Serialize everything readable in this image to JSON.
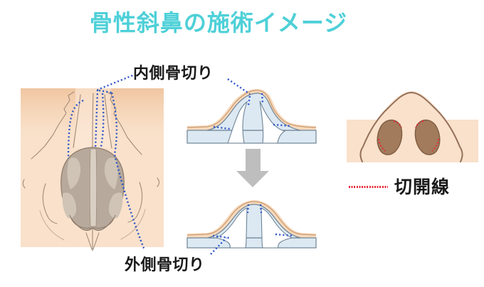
{
  "title": "骨性斜鼻の施術イメージ",
  "labels": {
    "medial_osteotomy": "内側骨切り",
    "lateral_osteotomy": "外側骨切り"
  },
  "legend": {
    "incision_line": "切開線"
  },
  "icons": {
    "down_arrow": "▼",
    "osteotomy_line": "blue-dotted-line",
    "incision_line": "red-dotted-line"
  },
  "colors": {
    "title_accent": "#4ED0D8",
    "label_text": "#1A1A1A",
    "skin": "#F9E1CB",
    "skin_shadow": "#EFC29C",
    "skin_layer": "#F7D9BB",
    "skin_layer_line": "#C99B73",
    "bone_fill": "#DCE9F3",
    "bone_outline": "#6F8496",
    "osteotomy_dotted": "#2B52C9",
    "incision_dotted": "#E5293A",
    "arrow_gray": "#BEBEBE",
    "nostril_brown": "#A17B5B",
    "nose_outline_brown": "#96705A",
    "cartilage_gray": "#B7A99B"
  }
}
